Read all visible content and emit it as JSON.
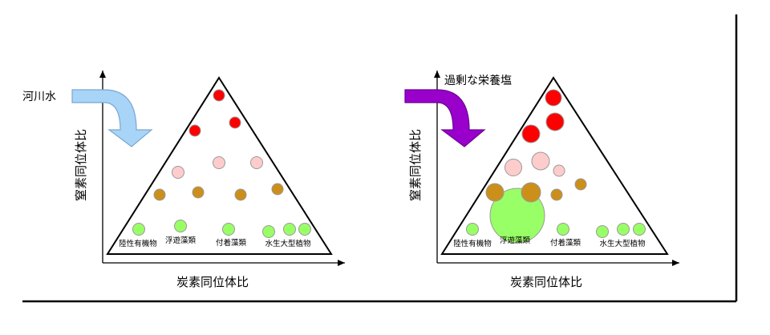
{
  "left_panel": {
    "input_label": "河川水",
    "x_axis_label": "炭素同位体比",
    "y_axis_label": "窒素同位体比",
    "arrow_color": "#a8d4f7",
    "group_labels": [
      "陸性有機物",
      "浮遊藻類",
      "付着藻類",
      "水生大型植物"
    ]
  },
  "right_panel": {
    "input_label": "過剰な栄養塩",
    "x_axis_label": "炭素同位体比",
    "y_axis_label": "窒素同位体比",
    "arrow_color": "#9900cc",
    "group_labels": [
      "陸性有機物",
      "浮遊藻類",
      "付着藻類",
      "水生大型植物"
    ]
  },
  "colors": {
    "top_level": "#ff0000",
    "second_level": "#ffcccc",
    "third_level": "#cc8f1a",
    "producer_level": "#99ff66"
  }
}
